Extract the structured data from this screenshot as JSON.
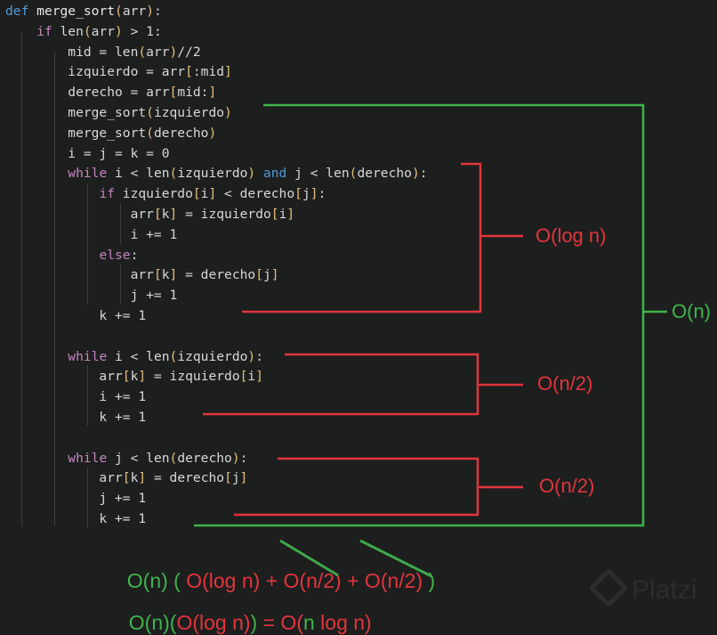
{
  "code_lines": [
    [
      [
        "df",
        "def "
      ],
      [
        "bl",
        "merge_sort"
      ],
      [
        "br",
        "("
      ],
      [
        "pn",
        "arr"
      ],
      [
        "br",
        ")"
      ],
      [
        "pn",
        ":"
      ]
    ],
    [
      [
        "pn",
        "    "
      ],
      [
        "kw",
        "if "
      ],
      [
        "pn",
        "len"
      ],
      [
        "br",
        "("
      ],
      [
        "pn",
        "arr"
      ],
      [
        "br",
        ")"
      ],
      [
        "pn",
        " > 1:"
      ]
    ],
    [
      [
        "pn",
        "        mid = len"
      ],
      [
        "br",
        "("
      ],
      [
        "pn",
        "arr"
      ],
      [
        "br",
        ")"
      ],
      [
        "pn",
        "//2"
      ]
    ],
    [
      [
        "pn",
        "        izquierdo = arr"
      ],
      [
        "br",
        "["
      ],
      [
        "pn",
        ":mid"
      ],
      [
        "br",
        "]"
      ]
    ],
    [
      [
        "pn",
        "        derecho = arr"
      ],
      [
        "br",
        "["
      ],
      [
        "pn",
        "mid:"
      ],
      [
        "br",
        "]"
      ]
    ],
    [
      [
        "pn",
        "        merge_sort"
      ],
      [
        "br",
        "("
      ],
      [
        "pn",
        "izquierdo"
      ],
      [
        "br",
        ")"
      ]
    ],
    [
      [
        "pn",
        "        merge_sort"
      ],
      [
        "br",
        "("
      ],
      [
        "pn",
        "derecho"
      ],
      [
        "br",
        ")"
      ]
    ],
    [
      [
        "pn",
        "        i = j = k = 0"
      ]
    ],
    [
      [
        "pn",
        "        "
      ],
      [
        "kw",
        "while "
      ],
      [
        "pn",
        "i < len"
      ],
      [
        "br",
        "("
      ],
      [
        "pn",
        "izquierdo"
      ],
      [
        "br",
        ")"
      ],
      [
        "an",
        " and "
      ],
      [
        "pn",
        "j < len"
      ],
      [
        "br",
        "("
      ],
      [
        "pn",
        "derecho"
      ],
      [
        "br",
        ")"
      ],
      [
        "pn",
        ":"
      ]
    ],
    [
      [
        "pn",
        "            "
      ],
      [
        "kw",
        "if "
      ],
      [
        "pn",
        "izquierdo"
      ],
      [
        "br",
        "["
      ],
      [
        "pn",
        "i"
      ],
      [
        "br",
        "]"
      ],
      [
        "pn",
        " < derecho"
      ],
      [
        "br",
        "["
      ],
      [
        "pn",
        "j"
      ],
      [
        "br",
        "]"
      ],
      [
        "pn",
        ":"
      ]
    ],
    [
      [
        "pn",
        "                arr"
      ],
      [
        "br",
        "["
      ],
      [
        "pn",
        "k"
      ],
      [
        "br",
        "]"
      ],
      [
        "pn",
        " = izquierdo"
      ],
      [
        "br",
        "["
      ],
      [
        "pn",
        "i"
      ],
      [
        "br",
        "]"
      ]
    ],
    [
      [
        "pn",
        "                i += 1"
      ]
    ],
    [
      [
        "pn",
        "            "
      ],
      [
        "kw",
        "else"
      ],
      [
        "pn",
        ":"
      ]
    ],
    [
      [
        "pn",
        "                arr"
      ],
      [
        "br",
        "["
      ],
      [
        "pn",
        "k"
      ],
      [
        "br",
        "]"
      ],
      [
        "pn",
        " = derecho"
      ],
      [
        "br",
        "["
      ],
      [
        "pn",
        "j"
      ],
      [
        "br",
        "]"
      ]
    ],
    [
      [
        "pn",
        "                j += 1"
      ]
    ],
    [
      [
        "pn",
        "            k += 1"
      ]
    ],
    [],
    [
      [
        "pn",
        "        "
      ],
      [
        "kw",
        "while "
      ],
      [
        "pn",
        "i < len"
      ],
      [
        "br",
        "("
      ],
      [
        "pn",
        "izquierdo"
      ],
      [
        "br",
        ")"
      ],
      [
        "pn",
        ":"
      ]
    ],
    [
      [
        "pn",
        "            arr"
      ],
      [
        "br",
        "["
      ],
      [
        "pn",
        "k"
      ],
      [
        "br",
        "]"
      ],
      [
        "pn",
        " = izquierdo"
      ],
      [
        "br",
        "["
      ],
      [
        "pn",
        "i"
      ],
      [
        "br",
        "]"
      ]
    ],
    [
      [
        "pn",
        "            i += 1"
      ]
    ],
    [
      [
        "pn",
        "            k += 1"
      ]
    ],
    [],
    [
      [
        "pn",
        "        "
      ],
      [
        "kw",
        "while "
      ],
      [
        "pn",
        "j < len"
      ],
      [
        "br",
        "("
      ],
      [
        "pn",
        "derecho"
      ],
      [
        "br",
        ")"
      ],
      [
        "pn",
        ":"
      ]
    ],
    [
      [
        "pn",
        "            arr"
      ],
      [
        "br",
        "["
      ],
      [
        "pn",
        "k"
      ],
      [
        "br",
        "]"
      ],
      [
        "pn",
        " = derecho"
      ],
      [
        "br",
        "["
      ],
      [
        "pn",
        "j"
      ],
      [
        "br",
        "]"
      ]
    ],
    [
      [
        "pn",
        "            j += 1"
      ]
    ],
    [
      [
        "pn",
        "            k += 1"
      ]
    ]
  ],
  "annotations": {
    "first_while": "O(log n)",
    "second_while": "O(n/2)",
    "third_while": "O(n/2)",
    "outer": "O(n)"
  },
  "formula1": {
    "a": "O(n) ( ",
    "b": "O(log n) + O(n/2) + O(n/2)",
    "c": " )"
  },
  "formula2": {
    "a": "O(n)(",
    "b": "O(log n)",
    "c": ")",
    "d": " = O(",
    "e": "n",
    "f": " log n)"
  },
  "watermark": "Platzi",
  "colors": {
    "red": "#e2353b",
    "green": "#3fb54a",
    "background": "#1d1e1e"
  }
}
